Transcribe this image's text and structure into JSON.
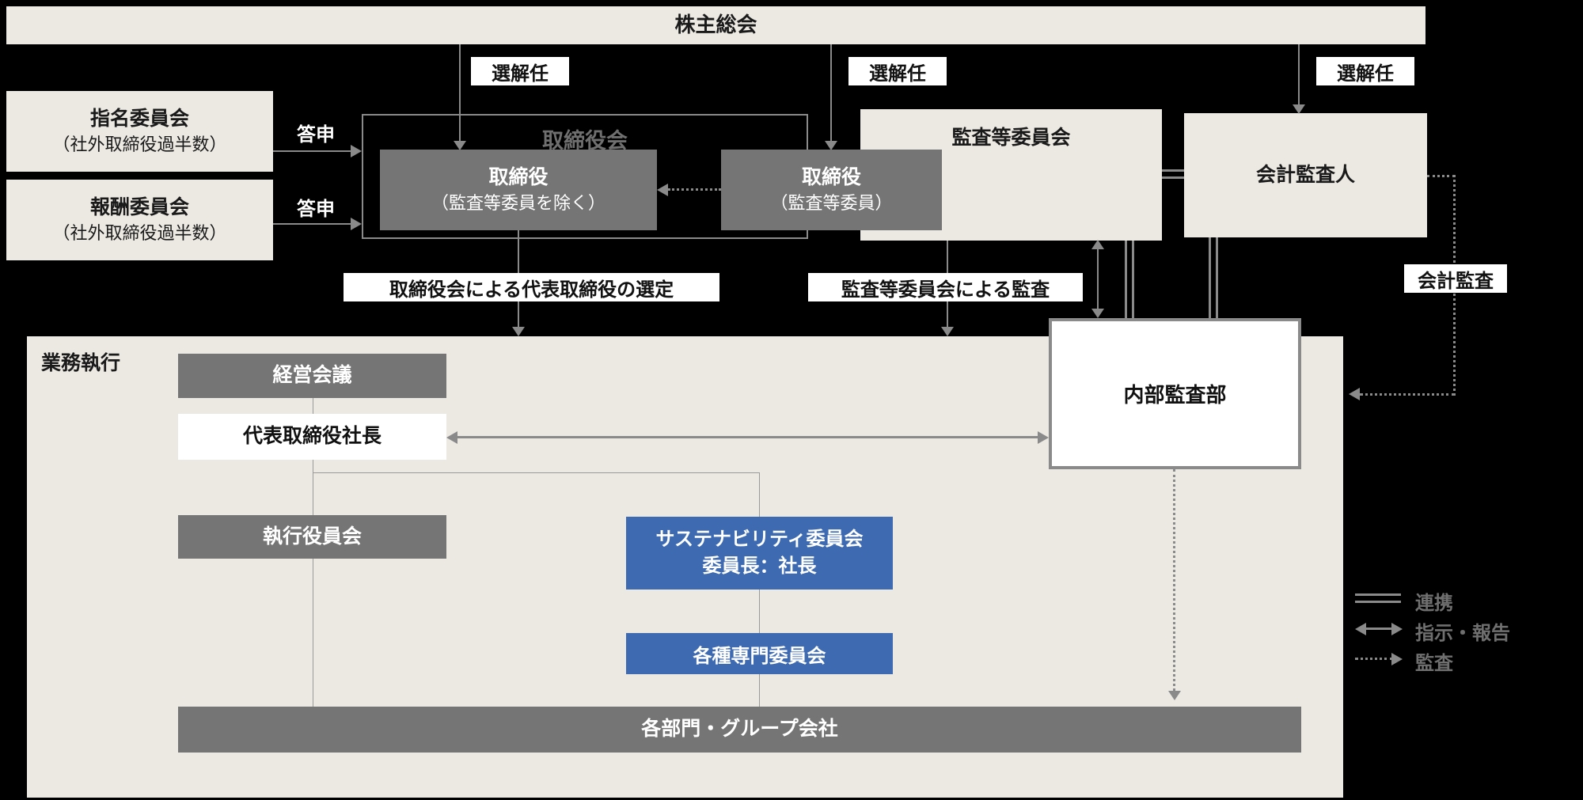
{
  "colors": {
    "background": "#000000",
    "panel_beige": "#ece9e3",
    "box_dark_gray": "#757575",
    "box_blue": "#3d6ab1",
    "arrow_gray": "#8a8a8a",
    "text_gray": "#6f6f6f"
  },
  "boxes": {
    "shareholders": "株主総会",
    "nomination_title": "指名委員会",
    "nomination_sub": "（社外取締役過半数）",
    "compensation_title": "報酬委員会",
    "compensation_sub": "（社外取締役過半数）",
    "board_title": "取締役会",
    "directors_excl_line1": "取締役",
    "directors_excl_line2": "（監査等委員を除く）",
    "directors_audit_line1": "取締役",
    "directors_audit_line2": "（監査等委員）",
    "audit_committee": "監査等委員会",
    "accounting_auditor": "会計監査人",
    "internal_audit": "内部監査部"
  },
  "chips": {
    "appoint_dismiss": "選解任",
    "report": "答申",
    "board_selects_rep": "取締役会による代表取締役の選定",
    "audit_by_committee": "監査等委員会による監査",
    "accounting_audit": "会計監査"
  },
  "execution": {
    "area_label": "業務執行",
    "management_council": "経営会議",
    "president": "代表取締役社長",
    "executive_officers": "執行役員会",
    "sustainability_line1": "サステナビリティ委員会",
    "sustainability_line2": "委員長：社長",
    "special_committees": "各種専門委員会",
    "divisions": "各部門・グループ会社"
  },
  "legend": {
    "cooperation": "連携",
    "instruction_report": "指示・報告",
    "audit": "監査"
  }
}
